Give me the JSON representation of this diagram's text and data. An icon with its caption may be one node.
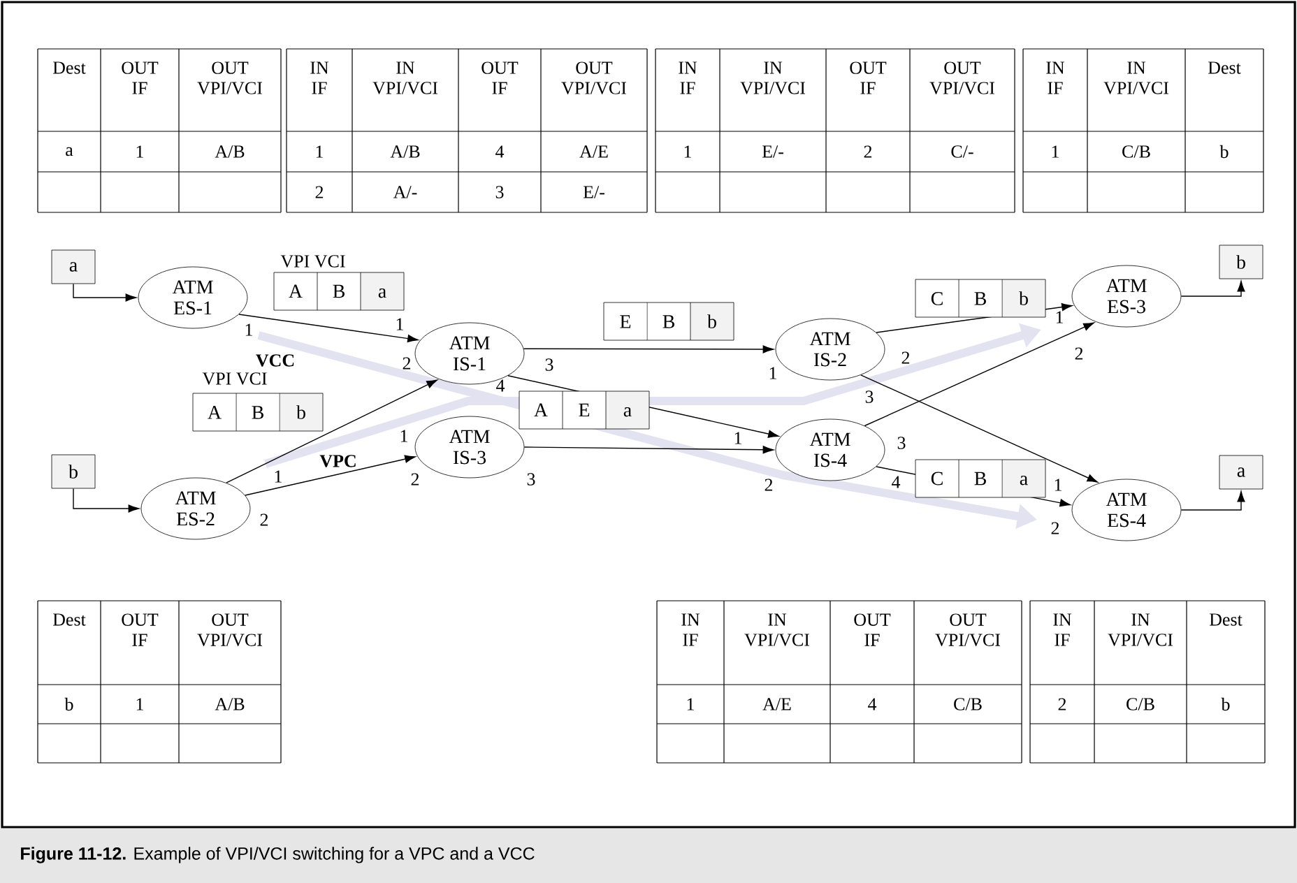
{
  "diagram": {
    "caption": "**Figure 11-12.** Example of VPI/VCI switching for a VPC and a VCC",
    "nodes": [
      {
        "text": [
          "a"
        ]
      },
      {
        "text": [
          "ATM ES-1"
        ]
      },
      {
        "text": [
          "ATM IS-1"
        ]
      },
      {
        "text": [
          "ATM IS-2"
        ]
      },
      {
        "text": [
          "ATM ES-3"
        ]
      },
      {
        "text": [
          "b"
        ]
      },
      {
        "text": [
          "b"
        ]
      },
      {
        "text": [
          "ATM IS-3"
        ]
      },
      {
        "text": [
          "ATM IS-4"
        ]
      },
      {
        "text": [
          "ATM ES-2"
        ]
      },
      {
        "text": [
          "ATM ES-4"
        ]
      },
      {
        "text": [
          "a"
        ]
      }
    ],
    "edges": [
      {
        "from": 0,
        "to": 1,
        "arrow": "to"
      },
      {
        "from": 6,
        "to": 9,
        "arrow": "to"
      },
      {
        "from": 1,
        "to": 2,
        "arrow": "to"
      },
      {
        "from": 9,
        "to": 2,
        "arrow": "to"
      },
      {
        "from": 9,
        "to": 7,
        "arrow": "to"
      },
      {
        "from": 2,
        "to": 3,
        "arrow": "to"
      },
      {
        "from": 2,
        "to": 8,
        "arrow": "to"
      },
      {
        "from": 7,
        "to": 8,
        "arrow": "to"
      },
      {
        "from": 3,
        "to": 4,
        "arrow": "to"
      },
      {
        "from": 3,
        "to": 10,
        "arrow": "to"
      },
      {
        "from": 8,
        "to": 4,
        "arrow": "to"
      },
      {
        "from": 8,
        "to": 10,
        "arrow": "to"
      },
      {
        "from": 4,
        "to": 5,
        "arrow": "to"
      },
      {
        "from": 10,
        "to": 11,
        "arrow": "to"
      }
    ],
    "labels": [
      "Dest",
      "OUT IF",
      "OUT VPI/VCI",
      "a",
      "1",
      "A/B",
      "IN IF",
      "IN VPI/VCI",
      "OUT IF",
      "OUT VPI/VCI",
      "1",
      "A/B",
      "4",
      "A/E",
      "2",
      "A/-",
      "3",
      "E/-",
      "IN IF",
      "IN VPI/VCI",
      "OUT IF",
      "OUT VPI/VCI",
      "1",
      "E/-",
      "2",
      "C/-",
      "IN IF",
      "IN VPI/VCI",
      "Dest",
      "1",
      "C/B",
      "b",
      "VPI VCI",
      "A",
      "B",
      "a",
      "1",
      "1",
      "E",
      "B",
      "b",
      "C",
      "B",
      "b",
      "VCC",
      "2",
      "3",
      "4",
      "VPI VCI",
      "A",
      "B",
      "b",
      "A",
      "E",
      "a",
      "1",
      "VPC",
      "1",
      "2",
      "3",
      "2",
      "1",
      "2",
      "3",
      "1",
      "2",
      "1",
      "2",
      "3",
      "4",
      "C",
      "B",
      "a",
      "1",
      "2",
      "Dest",
      "OUT IF",
      "OUT VPI/VCI",
      "b",
      "1",
      "A/B",
      "IN IF",
      "IN VPI/VCI",
      "OUT IF",
      "OUT VPI/VCI",
      "1",
      "A/E",
      "4",
      "C/B",
      "IN IF",
      "IN VPI/VCI",
      "Dest",
      "2",
      "C/B",
      "b"
    ]
  }
}
